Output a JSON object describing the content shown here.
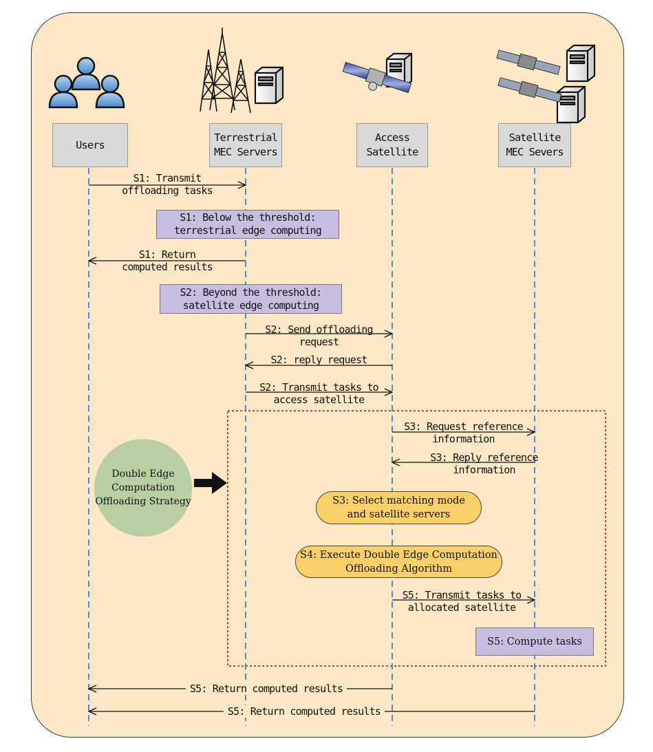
{
  "participants": [
    {
      "id": "users",
      "label": "Users"
    },
    {
      "id": "terrestrial",
      "label": "Terrestrial\nMEC Servers"
    },
    {
      "id": "access",
      "label": "Access\nSatellite"
    },
    {
      "id": "satellite_mec",
      "label": "Satellite\nMEC Severs"
    }
  ],
  "messages": [
    {
      "id": "m1",
      "text": "S1: Transmit\noffloading tasks",
      "from": "users",
      "to": "terrestrial"
    },
    {
      "id": "m2",
      "text": "S1: Return\ncomputed results",
      "from": "terrestrial",
      "to": "users"
    },
    {
      "id": "m3",
      "text": "S2: Send offloading\nrequest",
      "from": "terrestrial",
      "to": "access"
    },
    {
      "id": "m4",
      "text": "S2: reply request",
      "from": "access",
      "to": "terrestrial"
    },
    {
      "id": "m5",
      "text": "S2: Transmit tasks to\naccess satellite",
      "from": "terrestrial",
      "to": "access"
    },
    {
      "id": "m6",
      "text": "S3: Request reference\ninformation",
      "from": "access",
      "to": "satellite_mec"
    },
    {
      "id": "m7",
      "text": "S3: Reply reference\ninformation",
      "from": "satellite_mec",
      "to": "access"
    },
    {
      "id": "m8",
      "text": "S5: Transmit tasks to\nallocated satellite",
      "from": "access",
      "to": "satellite_mec"
    },
    {
      "id": "m9",
      "text": "S5: Return computed results",
      "from": "access",
      "to": "users"
    },
    {
      "id": "m10",
      "text": "S5: Return computed results",
      "from": "satellite_mec",
      "to": "users"
    }
  ],
  "notes": {
    "below_threshold": "S1: Below the threshold:\nterrestrial edge computing",
    "beyond_threshold": "S2: Beyond the threshold:\nsatellite edge computing",
    "select_mode": "S3: Select matching mode\nand satellite servers",
    "execute_algorithm": "S4: Execute Double Edge Computation\nOffloading Algorithm",
    "compute_tasks": "S5: Compute tasks"
  },
  "strategy": "Double Edge\nComputation\nOffloading Strategy",
  "icons": [
    "users-icon",
    "tower-icon",
    "server-icon",
    "satellite-icon"
  ],
  "colors": {
    "background": "#fde8c6",
    "lifeline": "#2f6fd0",
    "note_purple": "#c8bfe0",
    "note_orange": "#fcd068",
    "strategy_green": "#b9cfa1",
    "dashed_region": "#e02020"
  }
}
